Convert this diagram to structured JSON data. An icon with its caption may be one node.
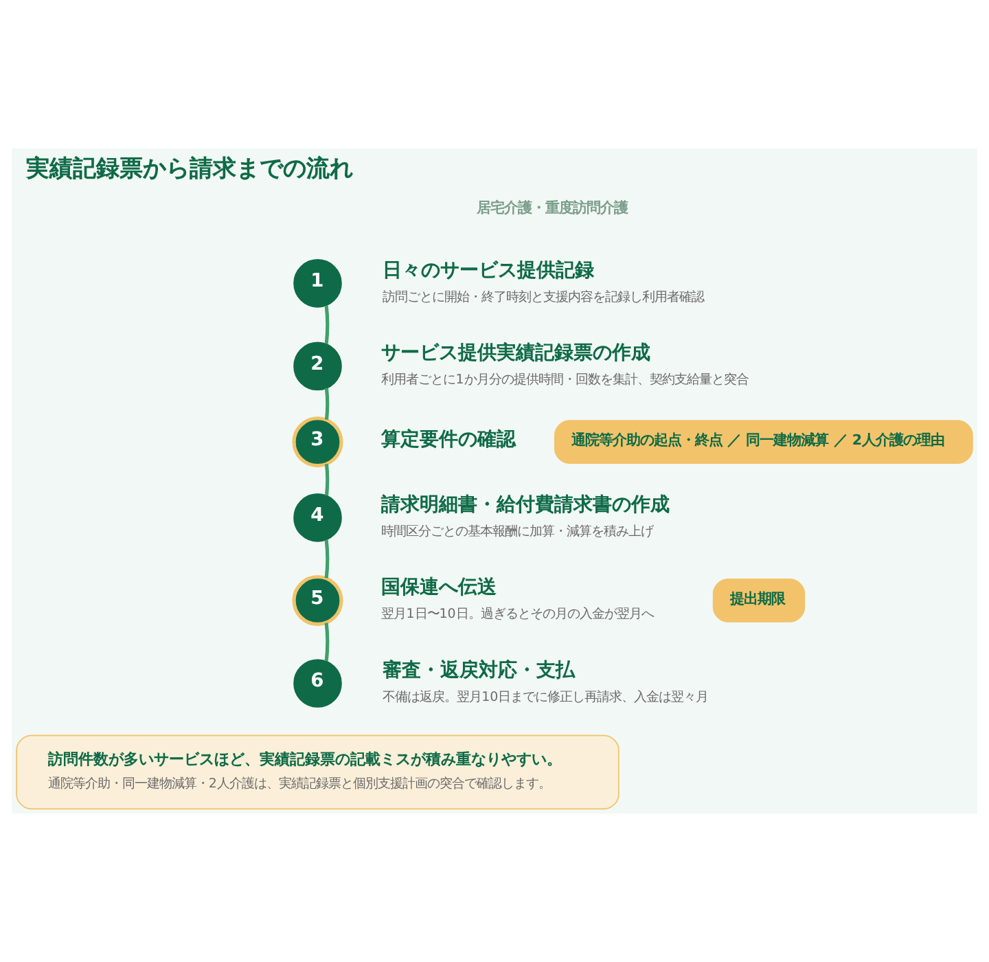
{
  "diagram": {
    "title": "実績記録票から請求までの流れ",
    "nodes": [
      {
        "text": [
          "1"
        ],
        "beside": [
          "日々のサービス提供記録",
          "訪問ごとに開始・終了時刻と支援内容を記録し利用者確認"
        ]
      },
      {
        "text": [
          "2"
        ],
        "beside": [
          "サービス提供実績記録票の作成",
          "利用者ごとに1か月分の提供時間・回数を集計、契約支給量と突合"
        ]
      },
      {
        "text": [
          "3"
        ],
        "beside": [
          "算定要件の確認"
        ]
      },
      {
        "text": [
          "通院等介助の起点・終点 ／ 同一建物減算 ／ 2人介護の理由"
        ]
      },
      {
        "text": [
          "4"
        ],
        "beside": [
          "請求明細書・給付費請求書の作成",
          "時間区分ごとの基本報酬に加算・減算を積み上げ"
        ]
      },
      {
        "text": [
          "5"
        ],
        "beside": [
          "国保連へ伝送",
          "翌月1日〜10日。過ぎるとその月の入金が翌月へ"
        ]
      },
      {
        "text": [
          "提出期限"
        ]
      },
      {
        "text": [
          "6"
        ],
        "beside": [
          "審査・返戻対応・支払",
          "不備は返戻。翌月10日までに修正し再請求、入金は翌々月"
        ]
      },
      {
        "text": [
          "訪問件数が多いサービスほど、実績記録票の記載ミスが積み重なりやすい。",
          "通院等介助・同一建物減算・2人介護は、実績記録票と個別支援計画の突合で確認します。"
        ]
      }
    ],
    "edges": [
      {
        "from": 0,
        "to": 1,
        "arrow": "none"
      },
      {
        "from": 1,
        "to": 2,
        "arrow": "none"
      },
      {
        "from": 2,
        "to": 4,
        "arrow": "none"
      },
      {
        "from": 4,
        "to": 5,
        "arrow": "none"
      },
      {
        "from": 5,
        "to": 7,
        "arrow": "none"
      }
    ],
    "labels": [
      "居宅介護・重度訪問介護"
    ]
  }
}
